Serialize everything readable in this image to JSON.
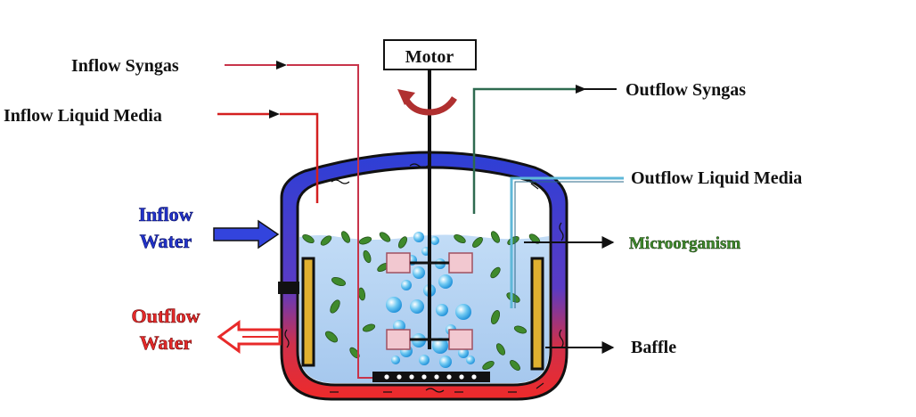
{
  "labels": {
    "motor": "Motor",
    "inflow_syngas": "Inflow Syngas",
    "inflow_liquid_media": "Inflow Liquid Media",
    "outflow_syngas": "Outflow Syngas",
    "outflow_liquid_media": "Outflow Liquid Media",
    "inflow_water_line1": "Inflow",
    "inflow_water_line2": "Water",
    "outflow_water_line1": "Outflow",
    "outflow_water_line2": "Water",
    "microorganism": "Microorganism",
    "baffle": "Baffle"
  },
  "colors": {
    "cold_water": "#2233cc",
    "hot_water": "#e82a2a",
    "liquid": "#b4d2f2",
    "syngas_line": "#c8344a",
    "liquid_media_line": "#d42020",
    "outflow_syngas_line": "#2e6a50",
    "outflow_liquid_line": "#5fb8d8",
    "microorganism": "#3f8a2c",
    "baffle": "#e0b030",
    "impeller": "#f2c8d0"
  }
}
